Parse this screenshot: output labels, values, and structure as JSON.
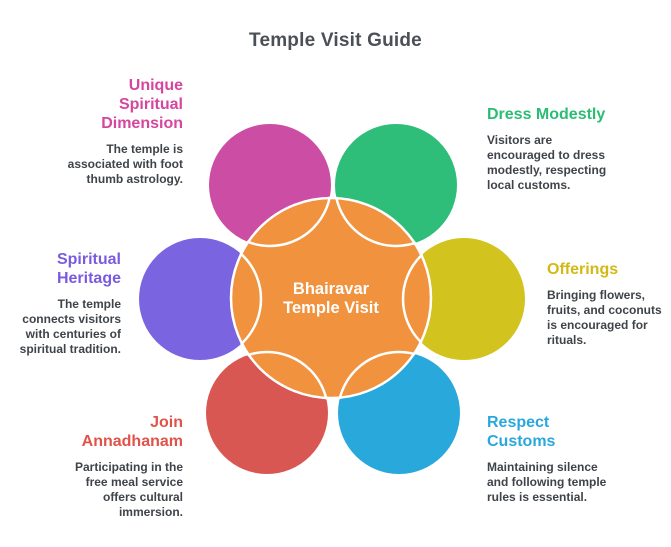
{
  "title": "Temple Visit Guide",
  "center": {
    "label": "Bhairavar\nTemple Visit",
    "color": "#F0923E",
    "outline_color": "#FFFFFF"
  },
  "callouts": [
    {
      "id": "unique-spiritual-dimension",
      "title": "Unique\nSpiritual\nDimension",
      "body": "The temple is\nassociated with foot\nthumb astrology.",
      "title_color": "#D6459E",
      "petal_color": "#CC4EA4"
    },
    {
      "id": "dress-modestly",
      "title": "Dress Modestly",
      "body": "Visitors are\nencouraged to dress\nmodestly, respecting\nlocal customs.",
      "title_color": "#2BBD73",
      "petal_color": "#2EBE7A"
    },
    {
      "id": "spiritual-heritage",
      "title": "Spiritual\nHeritage",
      "body": "The temple\nconnects visitors\nwith centuries of\nspiritual tradition.",
      "title_color": "#7A5BE0",
      "petal_color": "#7B64E0"
    },
    {
      "id": "offerings",
      "title": "Offerings",
      "body": "Bringing flowers,\nfruits, and coconuts\nis encouraged for\nrituals.",
      "title_color": "#D3B915",
      "petal_color": "#D3C31F"
    },
    {
      "id": "join-annadhanam",
      "title": "Join\nAnnadhanam",
      "body": "Participating in the\nfree meal service\noffers cultural\nimmersion.",
      "title_color": "#E0534B",
      "petal_color": "#D95752"
    },
    {
      "id": "respect-customs",
      "title": "Respect\nCustoms",
      "body": "Maintaining silence\nand following temple\nrules is essential.",
      "title_color": "#2AA7DE",
      "petal_color": "#29A8DC"
    }
  ],
  "body_text_color": "#3F444A",
  "title_text_color": "#4B4F56"
}
